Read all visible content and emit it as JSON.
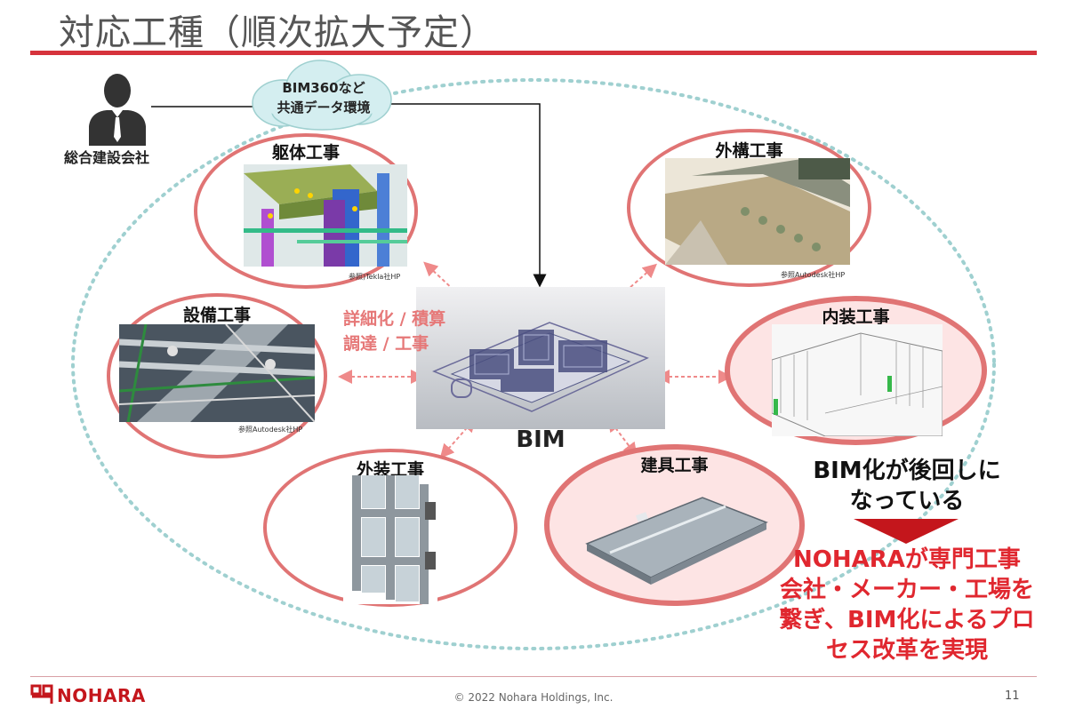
{
  "header": {
    "title": "対応工種（順次拡大予定）"
  },
  "actor": {
    "label": "総合建設会社",
    "icon": "person-icon"
  },
  "cloud": {
    "line1": "BIM360など",
    "line2": "共通データ環境"
  },
  "center": {
    "label": "BIM",
    "process_line1": "詳細化 / 積算",
    "process_line2": "調達 / 工事"
  },
  "trades": [
    {
      "title": "躯体工事",
      "credit": "参照)Tekla社HP"
    },
    {
      "title": "外構工事",
      "credit": "参照Autodesk社HP"
    },
    {
      "title": "設備工事",
      "credit": "参照Autodesk社HP"
    },
    {
      "title": "内装工事",
      "credit": ""
    },
    {
      "title": "外装工事",
      "credit": ""
    },
    {
      "title": "建具工事",
      "credit": ""
    }
  ],
  "callout": {
    "problem_line1": "BIM化が後回しに",
    "problem_line2": "なっている",
    "solution_lines": [
      "NOHARAが専門工事",
      "会社・メーカー・工場を",
      "繋ぎ、BIM化によるプロ",
      "セス改革を実現"
    ]
  },
  "footer": {
    "logo_text": "NOHARA",
    "copyright": "© 2022 Nohara Holdings, Inc.",
    "page_number": "11"
  },
  "colors": {
    "accent_red": "#d6333c",
    "ellipse_border": "#e07474",
    "highlight_fill": "#fde4e4",
    "solution_text": "#e0272f",
    "dotted_teal": "#9fd0d0"
  }
}
